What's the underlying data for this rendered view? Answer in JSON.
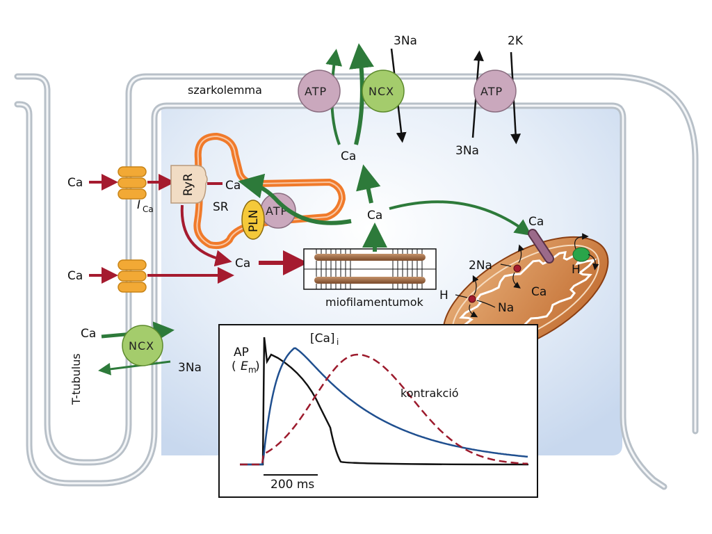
{
  "labels": {
    "sarcolemma": "szarkolemma",
    "t_tubulus": "T-tubulus",
    "sr": "SR",
    "ryr": "RyR",
    "ica_main": "I",
    "ica_sub": "Ca",
    "pln": "PLN",
    "myofilament": "miofilamentumok",
    "atp": "ATP",
    "ncx": "NCX",
    "ca": "Ca",
    "na": "Na",
    "h": "H",
    "three_na": "3Na",
    "two_k": "2K",
    "two_na": "2Na"
  },
  "graph": {
    "ap_label": "AP",
    "em_label": "(E",
    "em_sub": "m",
    "em_close": ")",
    "cai_label": "[Ca]",
    "cai_sub": "i",
    "contraction_label": "kontrakció",
    "scale_label": "200 ms"
  },
  "colors": {
    "cell_fill": "#d9e6f5",
    "membrane": "#b8c0c8",
    "ca_flux_red": "#a51b2f",
    "ca_flux_green": "#2d7a3a",
    "atp_pump": "#caa8bd",
    "ncx_exchanger": "#a4cc6c",
    "ltype_channel": "#f2a935",
    "ryr_fill": "#f1dcc4",
    "sr_orange": "#f07a2a",
    "pln_yellow": "#f5c93a",
    "mito_outer": "#d9692a",
    "mito_inner": "#c7803f",
    "ap_trace": "#111111",
    "cai_trace": "#1f4f8f",
    "contraction_trace": "#9c1a2c"
  }
}
